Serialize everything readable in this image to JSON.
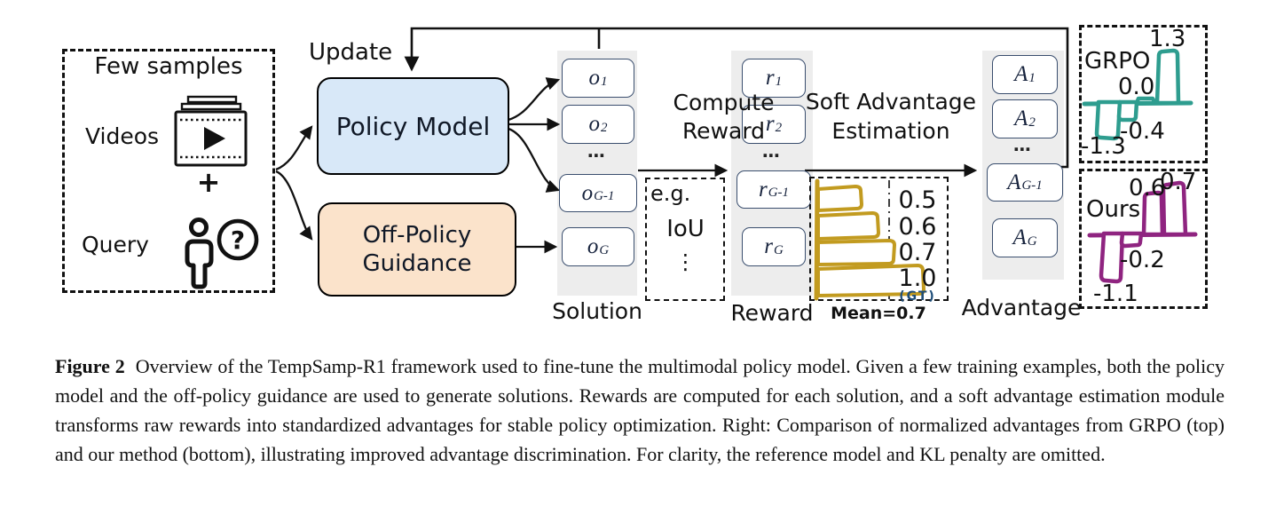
{
  "figure": {
    "few_samples": {
      "title": "Few samples",
      "videos": "Videos",
      "plus": "+",
      "query": "Query",
      "question_mark": "?"
    },
    "update_label": "Update",
    "policy_model": "Policy Model",
    "off_policy": {
      "line1": "Off-Policy",
      "line2": "Guidance"
    },
    "compute_reward": {
      "line1": "Compute",
      "line2": "Reward"
    },
    "soft_advantage": {
      "line1": "Soft Advantage",
      "line2": "Estimation"
    },
    "eg": {
      "header": "e.g.",
      "metric": "IoU",
      "vdots": "⋮"
    },
    "solution": {
      "label": "Solution",
      "ellipsis": "⋯",
      "items": [
        {
          "base": "o",
          "sub": "1"
        },
        {
          "base": "o",
          "sub": "2"
        },
        {
          "base": "o",
          "sub": "G-1"
        },
        {
          "base": "o",
          "sub": "G"
        }
      ]
    },
    "reward": {
      "label": "Reward",
      "ellipsis": "⋯",
      "items": [
        {
          "base": "r",
          "sub": "1"
        },
        {
          "base": "r",
          "sub": "2"
        },
        {
          "base": "r",
          "sub": "G-1"
        },
        {
          "base": "r",
          "sub": "G"
        }
      ]
    },
    "advantage": {
      "label": "Advantage",
      "ellipsis": "⋯",
      "items": [
        {
          "base": "A",
          "sub": "1"
        },
        {
          "base": "A",
          "sub": "2"
        },
        {
          "base": "A",
          "sub": "G-1"
        },
        {
          "base": "A",
          "sub": "G"
        }
      ]
    },
    "reward_chart": {
      "values": [
        "0.5",
        "0.6",
        "0.7",
        "1.0"
      ],
      "gt": "(GT)",
      "mean": "Mean=0.7"
    },
    "grpo": {
      "title": "GRPO",
      "labels": [
        "1.3",
        "0.0",
        "-0.4",
        "-1.3"
      ]
    },
    "ours": {
      "title": "Ours",
      "labels": [
        "0.6",
        "0.7",
        "-0.2",
        "-1.1"
      ]
    }
  },
  "caption": {
    "label": "Figure 2",
    "text": "Overview of the TempSamp-R1 framework used to fine-tune the multimodal policy model. Given a few training examples, both the policy model and the off-policy guidance are used to generate solutions. Rewards are computed for each solution, and a soft advantage estimation module transforms raw rewards into standardized advantages for stable policy optimization. Right: Comparison of normalized advantages from GRPO (top) and our method (bottom), illustrating improved advantage discrimination. For clarity, the reference model and KL penalty are omitted."
  },
  "colors": {
    "policy_fill": "#D8E8F8",
    "guidance_fill": "#FBE3CB",
    "column_strip": "#EDEDED",
    "item_border": "#3A4E6E",
    "reward_gold": "#C29B20",
    "grpo_teal": "#2E9D8F",
    "ours_purple": "#8F2480",
    "gt_navy": "#1F4E79"
  },
  "chart_data": [
    {
      "name": "reward_distribution",
      "type": "bar",
      "orientation": "horizontal",
      "values": [
        0.5,
        0.6,
        0.7,
        1.0
      ],
      "labels": [
        "0.5",
        "0.6",
        "0.7",
        "1.0"
      ],
      "gt_value": 1.0,
      "gt_label": "(GT)",
      "mean": 0.7,
      "mean_label": "Mean=0.7",
      "color": "#C29B20",
      "mean_line": "dash-dot vertical at 0.7"
    },
    {
      "name": "grpo_normalized_advantages",
      "type": "bar",
      "title": "GRPO",
      "values": [
        -1.3,
        -0.4,
        0.0,
        1.3
      ],
      "labels": [
        "-1.3",
        "-0.4",
        "0.0",
        "1.3"
      ],
      "baseline": 0,
      "color": "#2E9D8F"
    },
    {
      "name": "ours_normalized_advantages",
      "type": "bar",
      "title": "Ours",
      "values": [
        -1.1,
        -0.2,
        0.6,
        0.7
      ],
      "labels": [
        "-1.1",
        "-0.2",
        "0.6",
        "0.7"
      ],
      "baseline": 0,
      "color": "#8F2480"
    }
  ]
}
